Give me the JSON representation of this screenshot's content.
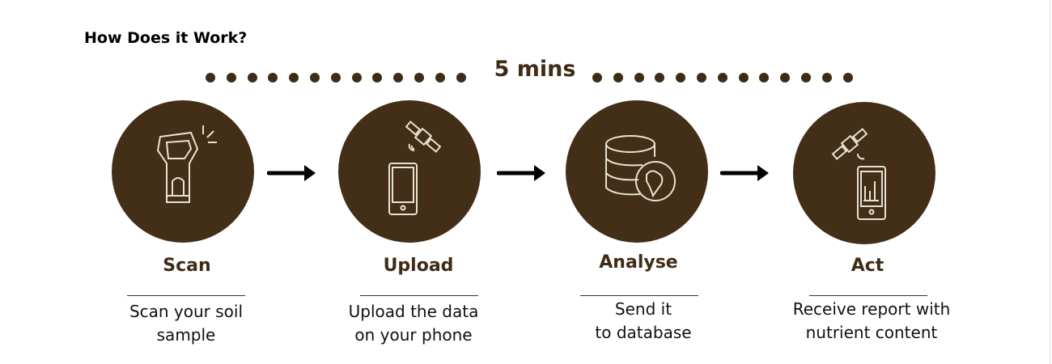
{
  "title": "How Does it Work?",
  "duration_label": "5 mins",
  "accent_color": "#432e18",
  "steps": [
    {
      "title": "Scan",
      "desc_line1": "Scan your soil",
      "desc_line2": "sample",
      "icon": "soil-scanner-icon"
    },
    {
      "title": "Upload",
      "desc_line1": "Upload the data",
      "desc_line2": "on your phone",
      "icon": "phone-satellite-icon"
    },
    {
      "title": "Analyse",
      "desc_line1": "Send it",
      "desc_line2": "to database",
      "icon": "database-globe-icon"
    },
    {
      "title": "Act",
      "desc_line1": "Receive report with",
      "desc_line2": "nutrient content",
      "icon": "phone-report-icon"
    }
  ]
}
